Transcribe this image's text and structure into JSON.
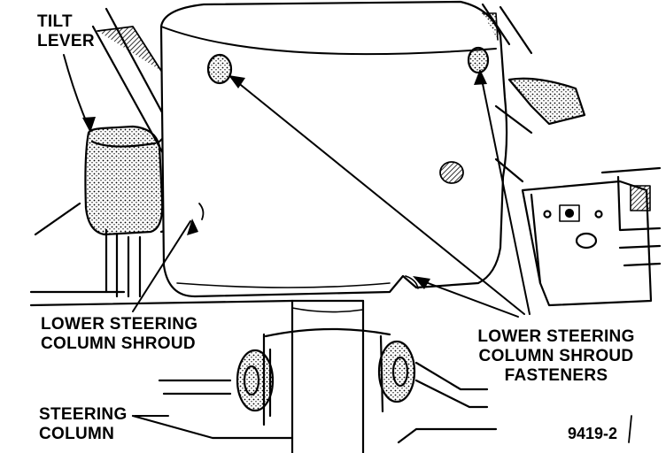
{
  "figure": {
    "ink_color": "#000000",
    "paper_color": "#ffffff",
    "callouts": {
      "tilt_lever": [
        "TILT",
        "LEVER"
      ],
      "lower_shroud": [
        "LOWER STEERING",
        "COLUMN SHROUD"
      ],
      "shroud_fasteners": [
        "LOWER STEERING",
        "COLUMN SHROUD",
        "FASTENERS"
      ],
      "steering_column": [
        "STEERING",
        "COLUMN"
      ]
    },
    "figure_number": "9419-2"
  }
}
